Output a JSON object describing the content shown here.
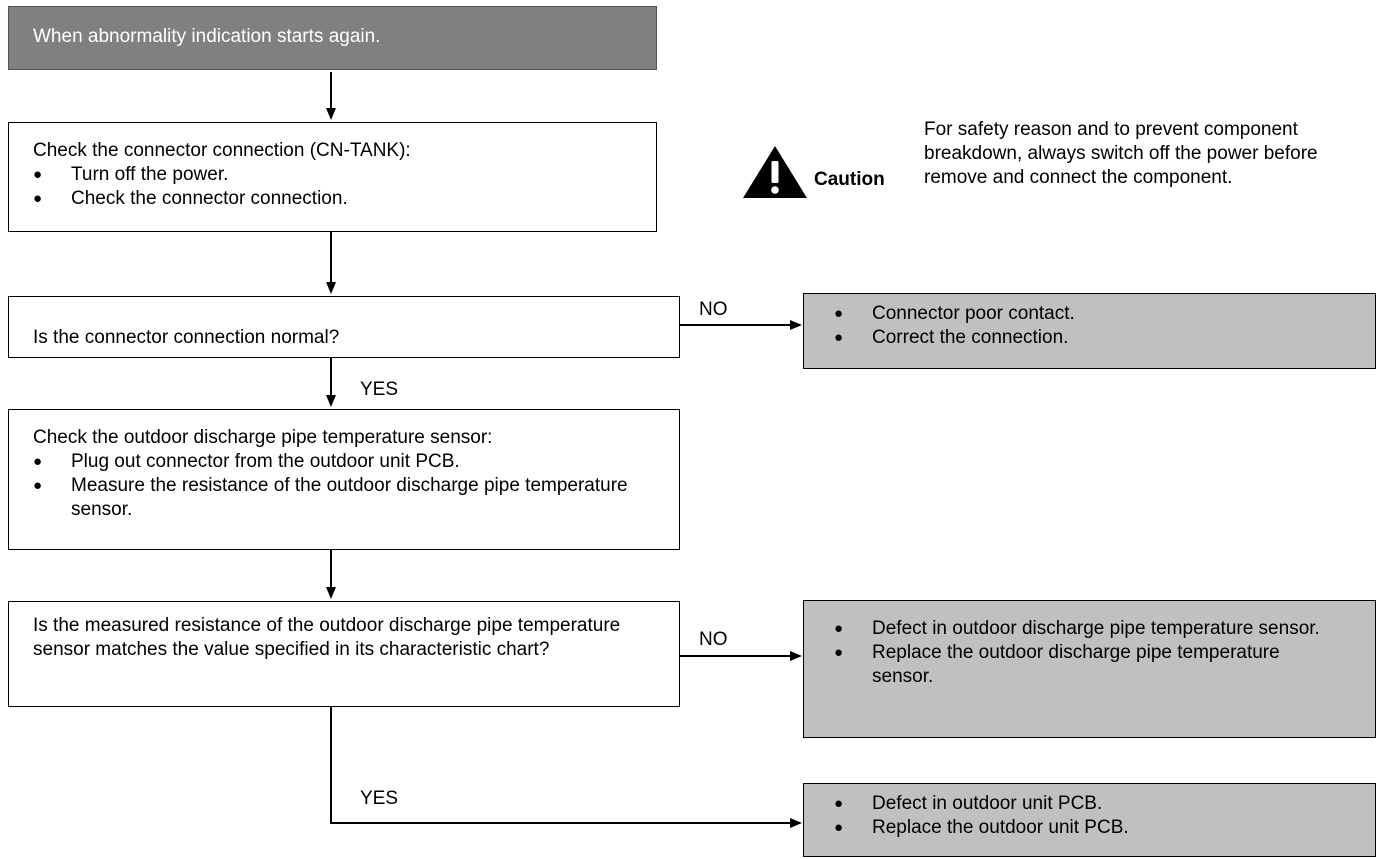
{
  "start_box": {
    "text": "When abnormality indication starts again."
  },
  "check_connector": {
    "title": "Check the connector connection (CN-TANK):",
    "items": [
      "Turn off the power.",
      "Check the connector connection."
    ]
  },
  "caution": {
    "label": "Caution",
    "text": "For safety reason and to prevent component breakdown, always switch off the power before remove and connect the component."
  },
  "q_connector": {
    "text": "Is the connector connection normal?"
  },
  "result_connector": {
    "items": [
      "Connector poor contact.",
      "Correct the connection."
    ]
  },
  "check_sensor": {
    "title": "Check the outdoor discharge pipe temperature sensor:",
    "items": [
      "Plug out connector from the outdoor unit PCB.",
      "Measure the resistance of the outdoor discharge pipe temperature sensor."
    ]
  },
  "q_resistance": {
    "text": "Is the measured resistance of the outdoor discharge pipe temperature sensor matches the value specified in its characteristic chart?"
  },
  "result_sensor": {
    "items": [
      "Defect in outdoor discharge pipe temperature sensor.",
      "Replace the outdoor discharge pipe temperature sensor."
    ]
  },
  "result_pcb": {
    "items": [
      "Defect in outdoor unit PCB.",
      "Replace the outdoor unit PCB."
    ]
  },
  "labels": {
    "no_1": "NO",
    "yes_1": "YES",
    "no_2": "NO",
    "yes_2": "YES"
  },
  "colors": {
    "start_fill": "#808080",
    "result_fill": "#c0c0c0",
    "box_fill": "#ffffff",
    "line": "#000000"
  }
}
